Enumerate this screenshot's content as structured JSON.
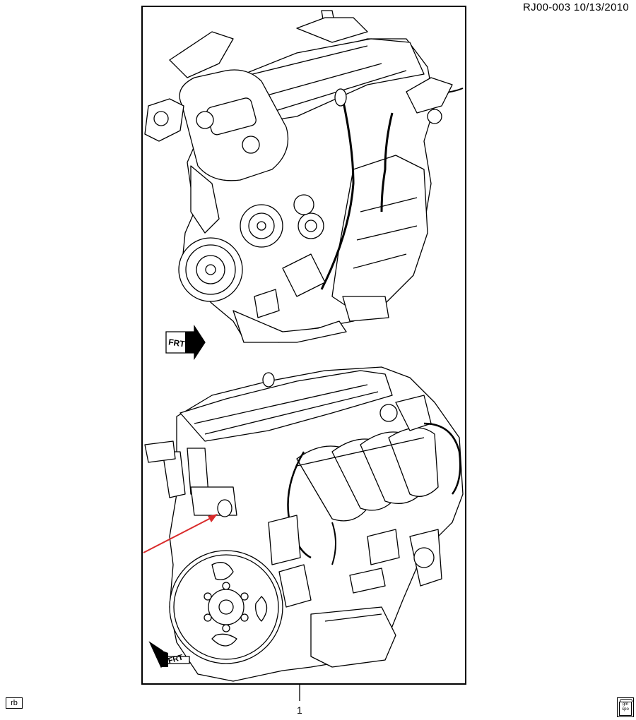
{
  "header": {
    "code": "RJ00-003  10/13/2010"
  },
  "callout": {
    "number": "1"
  },
  "footer": {
    "initials": "rb",
    "logo_text_top": "gm",
    "logo_text_bottom": "spo"
  },
  "labels": {
    "front_top": "FRT",
    "front_bottom": "FRT"
  },
  "colors": {
    "arrow": "#d92b2b",
    "line": "#000000"
  }
}
